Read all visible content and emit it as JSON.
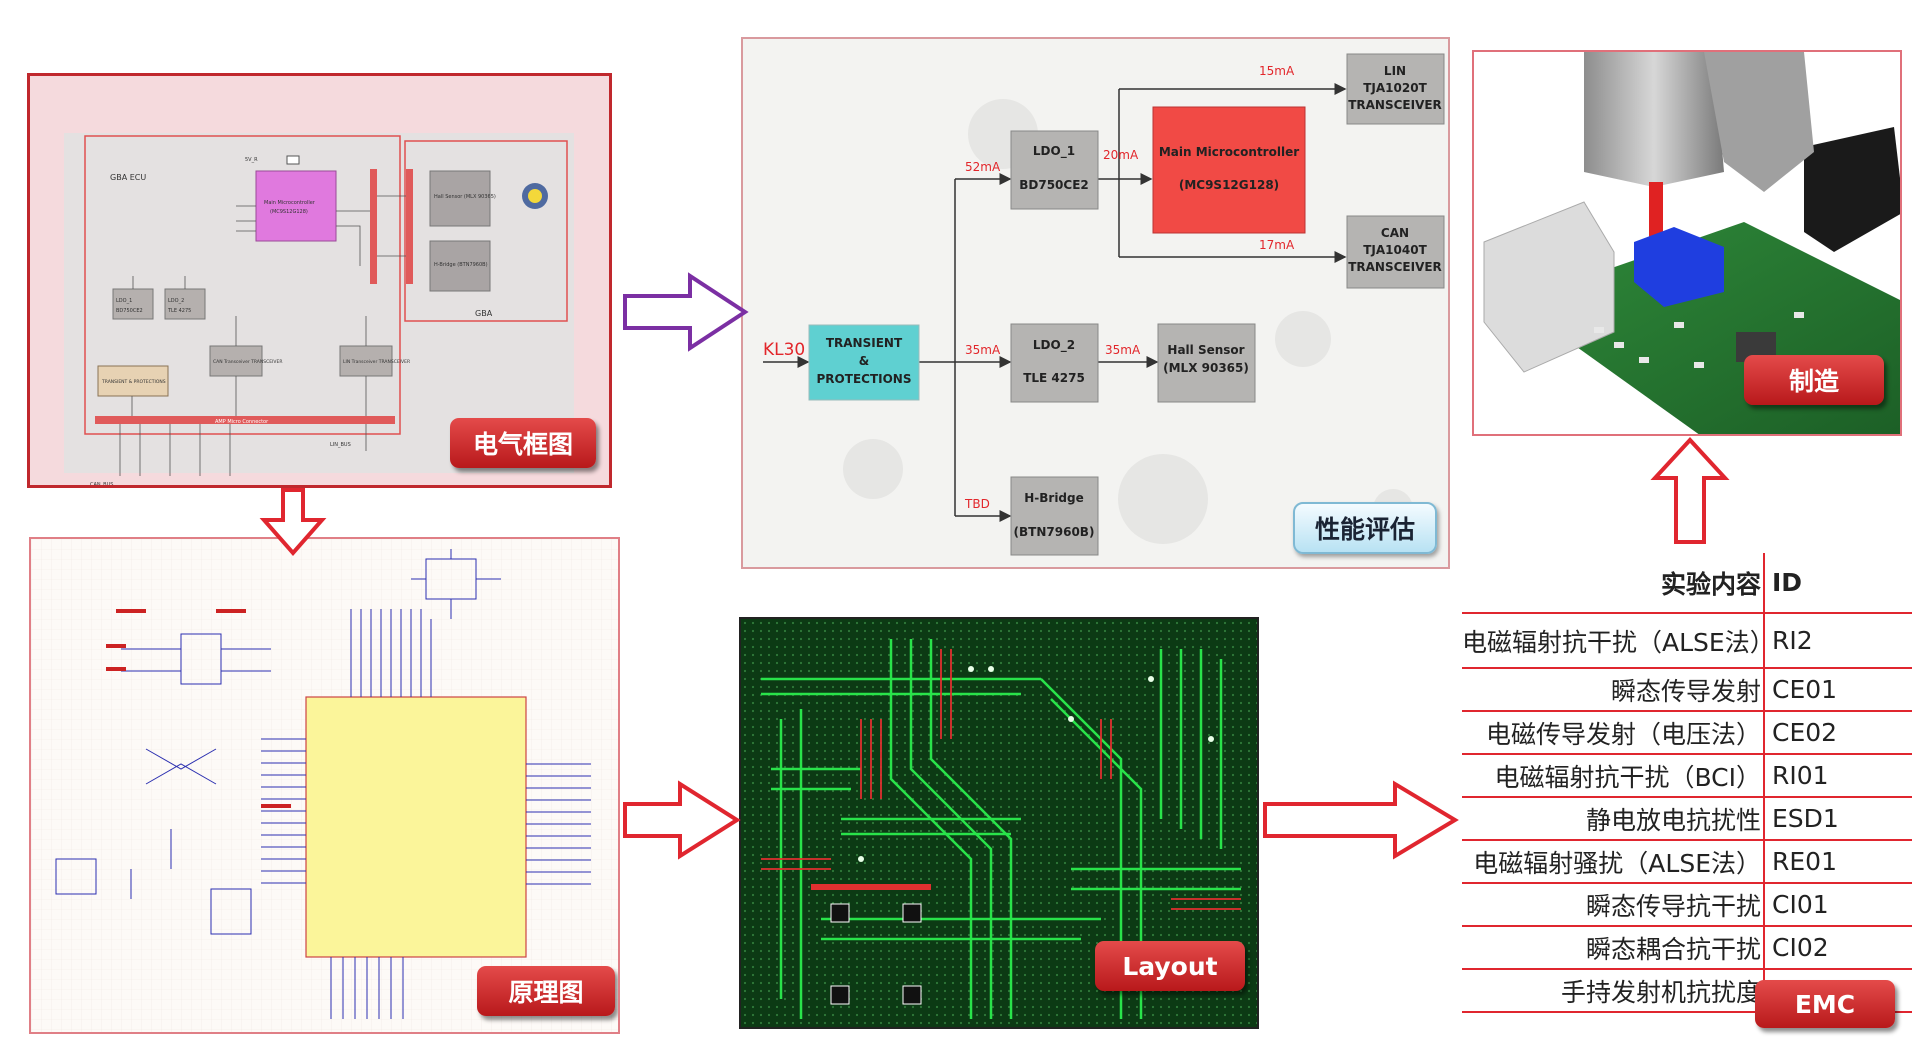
{
  "block_diagram": {
    "label": "电气框图",
    "gba_ecu": "GBA ECU",
    "gba": "GBA",
    "main_micro": "Main Microcontroller",
    "main_micro_part": "(MC9S12G128)",
    "ldo1_small": "LDO_1",
    "ldo1_part_small": "BD750CE2",
    "ldo2_small": "LDO_2",
    "ldo2_part_small": "TLE 4275",
    "transient_small": "TRANSIENT & PROTECTIONS",
    "can_small": "CAN Transceiver TRANSCEIVER",
    "lin_small": "LIN Transceiver TRANSCEIVER",
    "hall_small": "Hall Sensor (MLX 90365)",
    "hbridge_small": "H-Bridge (BTN7960B)",
    "connector": "AMP Micro Connector",
    "supply_5v": "5V_R",
    "can_bus": "CAN_BUS",
    "lin_bus": "LIN_BUS"
  },
  "performance": {
    "label": "性能评估",
    "kl30": "KL30",
    "transient": [
      "TRANSIENT",
      "&",
      "PROTECTIONS"
    ],
    "ldo1": "LDO_1",
    "ldo1_part": "BD750CE2",
    "ldo2": "LDO_2",
    "ldo2_part": "TLE 4275",
    "hbridge": "H-Bridge",
    "hbridge_part": "(BTN7960B)",
    "main_micro": "Main Microcontroller",
    "main_micro_part": "(MC9S12G128)",
    "hall": "Hall Sensor",
    "hall_part": "(MLX 90365)",
    "lin": [
      "LIN",
      "TJA1020T",
      "TRANSCEIVER"
    ],
    "can": [
      "CAN",
      "TJA1040T",
      "TRANSCEIVER"
    ],
    "i_52": "52mA",
    "i_35a": "35mA",
    "i_35b": "35mA",
    "i_20": "20mA",
    "i_15": "15mA",
    "i_17": "17mA",
    "i_tbd": "TBD"
  },
  "manufacturing": {
    "label": "制造"
  },
  "schematic": {
    "label": "原理图"
  },
  "layout": {
    "label": "Layout"
  },
  "emc": {
    "label": "EMC",
    "header": {
      "content": "实验内容",
      "id": "ID"
    },
    "rows": [
      {
        "content": "电磁辐射抗干扰（ALSE法）",
        "id": "RI2"
      },
      {
        "content": "瞬态传导发射",
        "id": "CE01"
      },
      {
        "content": "电磁传导发射（电压法）",
        "id": "CE02"
      },
      {
        "content": "电磁辐射抗干扰（BCI）",
        "id": "RI01"
      },
      {
        "content": "静电放电抗扰性",
        "id": "ESD1"
      },
      {
        "content": "电磁辐射骚扰（ALSE法）",
        "id": "RE01"
      },
      {
        "content": "瞬态传导抗干扰",
        "id": "CI01"
      },
      {
        "content": "瞬态耦合抗干扰",
        "id": "CI02"
      },
      {
        "content": "手持发射机抗扰度",
        "id": ""
      }
    ]
  },
  "colors": {
    "accent_red": "#e0262f",
    "flow_purple": "#7b2fa3",
    "micro_red": "#f14a45",
    "transient_cyan": "#5fd0d1",
    "pcb_green": "#1ec23c"
  }
}
